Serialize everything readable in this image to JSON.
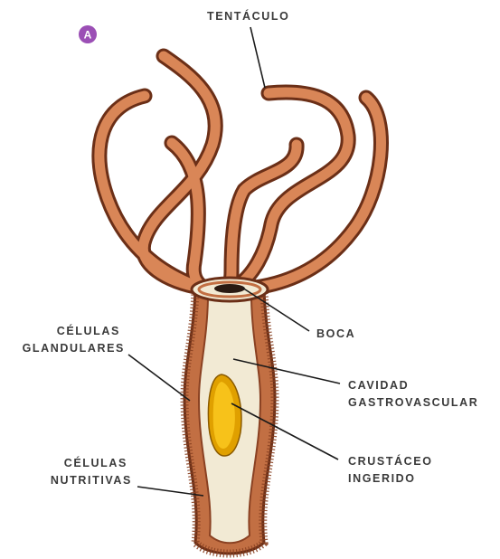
{
  "badge": "A",
  "labels": {
    "tentaculo": "TENTÁCULO",
    "boca": "BOCA",
    "celulas_glandulares": [
      "CÉLULAS",
      "GLANDULARES"
    ],
    "cavidad_gastrovascular": [
      "CAVIDAD",
      "GASTROVASCULAR"
    ],
    "crustaceo_ingerido": [
      "CRUSTÁCEO",
      "INGERIDO"
    ],
    "celulas_nutritivas": [
      "CÉLULAS",
      "NUTRITIVAS"
    ]
  },
  "colors": {
    "badge": "#9b4fb5",
    "tentacle_outline": "#6b2f17",
    "tentacle_fill": "#d98657",
    "body_wall": "#c26f43",
    "body_cavity": "#f2ead4",
    "prey_outer": "#e0a000",
    "prey_inner": "#f7c21a",
    "leader_line": "#1a1a1a"
  }
}
